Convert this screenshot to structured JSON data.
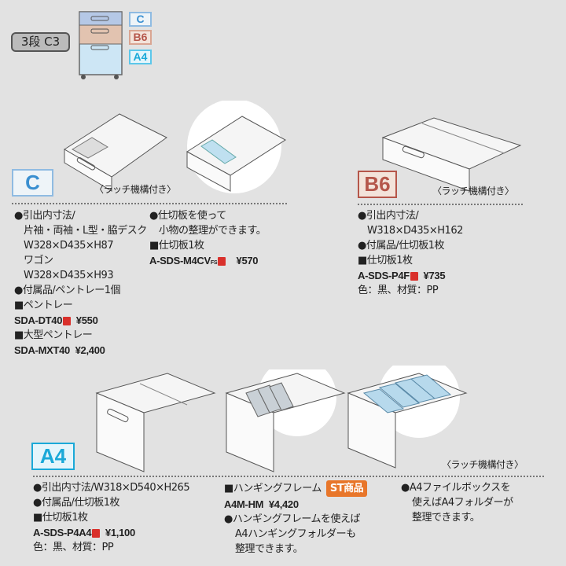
{
  "header": {
    "badge": "3段 C3",
    "drawers": [
      "C",
      "B6",
      "A4"
    ]
  },
  "colors": {
    "c": "#3a8fd0",
    "b6": "#b5564a",
    "a4": "#1aa9d8",
    "tag": "#d9302b",
    "st": "#e8762a"
  },
  "latch": "〈ラッチ機構付き〉",
  "c": {
    "label": "C",
    "left": [
      "●引出内寸法/",
      "片袖・両袖・L型・脇デスク",
      "W328×D435×H87",
      "ワゴン",
      "W328×D435×H93",
      "●付属品/ペントレー1個",
      "■ペントレー"
    ],
    "p1_code": "SDA-DT40",
    "p1_price": "¥550",
    "p2_title": "■大型ペントレー",
    "p2_code": "SDA-MXT40",
    "p2_price": "¥2,400",
    "right": [
      "●仕切板を使って",
      "小物の整理ができます。",
      "■仕切板1枚"
    ],
    "p3_code": "A-SDS-M4CV",
    "p3_suffix": "FS",
    "p3_price": "¥570"
  },
  "b6": {
    "label": "B6",
    "lines": [
      "●引出内寸法/",
      "W318×D435×H162",
      "●付属品/仕切板1枚",
      "■仕切板1枚"
    ],
    "code": "A-SDS-P4F",
    "price": "¥735",
    "note": "色：黒、材質：PP"
  },
  "a4": {
    "label": "A4",
    "col1": [
      "●引出内寸法/W318×D540×H265",
      "●付属品/仕切板1枚",
      "■仕切板1枚"
    ],
    "code": "A-SDS-P4A4",
    "price": "¥1,100",
    "note": "色：黒、材質：PP",
    "col2_title": "■ハンギングフレーム",
    "st_badge": "ST商品",
    "col2_code": "A4M-HM",
    "col2_price": "¥4,420",
    "col2_lines": [
      "●ハンギングフレームを使えば",
      "A4ハンギングフォルダーも",
      "整理できます。"
    ],
    "col3_lines": [
      "●A4ファイルボックスを",
      "使えばA4フォルダーが",
      "整理できます。"
    ]
  }
}
